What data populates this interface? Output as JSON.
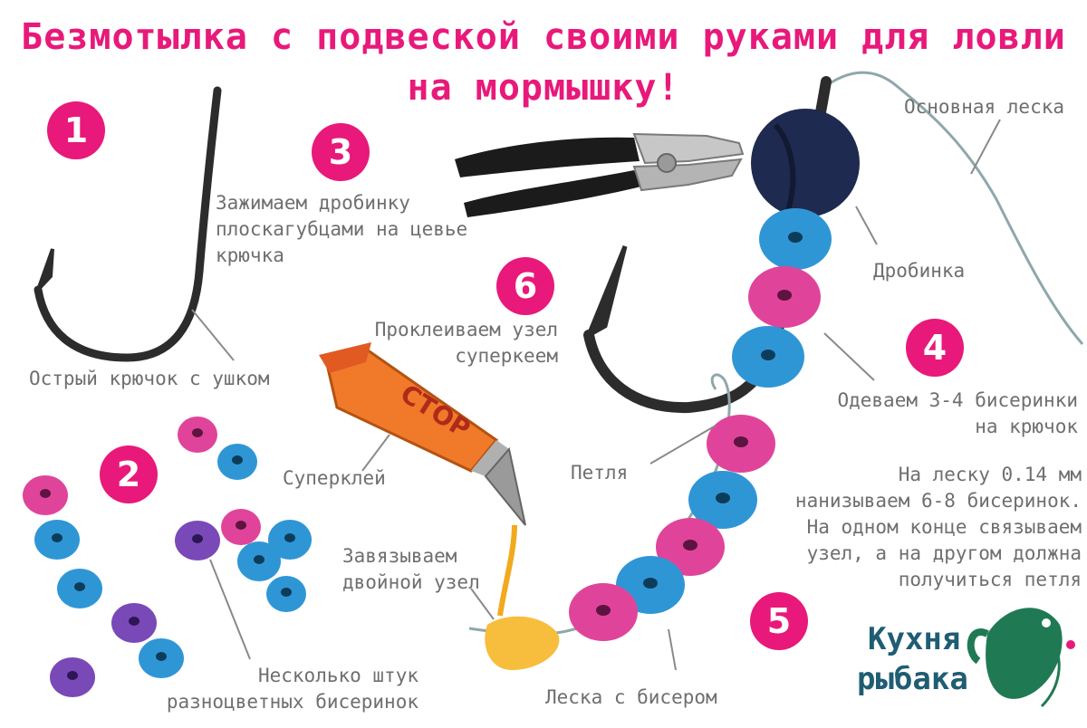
{
  "title": {
    "line1": "Безмотылка с подвеской своими руками для ловли",
    "line2": "на мормышку!"
  },
  "steps": {
    "s1": "1",
    "s2": "2",
    "s3": "3",
    "s4": "4",
    "s5": "5",
    "s6": "6"
  },
  "labels": {
    "hook": "Острый крючок с ушком",
    "clamp": [
      "Зажимаем дробинку",
      "плоскагубцами на цевье",
      "крючка"
    ],
    "glue_step": [
      "Проклеиваем узел",
      "суперкеем"
    ],
    "superglue": "Суперклей",
    "knot": [
      "Завязываем",
      "двойной узел"
    ],
    "beads": [
      "Несколько штук",
      "разноцветных бисеринок"
    ],
    "main_line": "Основная леска",
    "shot": "Дробинка",
    "dress": [
      "Одеваем 3-4 бисеринки",
      "на крючок"
    ],
    "loop": "Петля",
    "thread": [
      "На леску 0.14 мм",
      "нанизываем 6-8 бисеринок.",
      "На одном конце связываем",
      "узел, а на другом должна",
      "получиться петля"
    ],
    "line_with_beads": "Леска с бисером",
    "tube_text": "CTOP"
  },
  "brand": {
    "line1": "Кухня",
    "line2": "рыбака"
  },
  "colors": {
    "accent": "#e8197a",
    "bead_pink": "#e0449a",
    "bead_blue": "#2f96d6",
    "bead_purple": "#7a49b8",
    "hook": "#2c2c2c",
    "shot": "#1e2a4f",
    "line": "#8fa7ab",
    "glue_tube": "#f07a2a",
    "knot": "#f7bd3c"
  }
}
